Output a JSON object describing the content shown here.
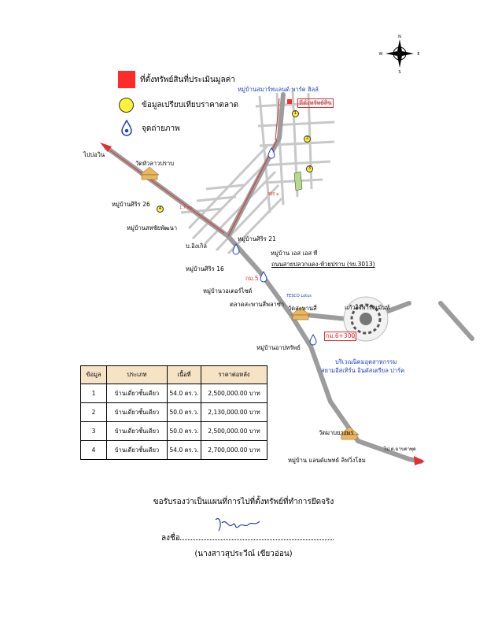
{
  "legend": {
    "property": "ที่ตั้งทรัพย์สินที่ประเมินมูลค่า",
    "comparables": "ข้อมูลเปรียบเทียบราคาตลาด",
    "photo_point": "จุดถ่ายภาพ"
  },
  "compass": {
    "n": "N",
    "s": "S",
    "e": "E",
    "w": "W"
  },
  "map_labels": {
    "village_smart_land": "หมู่บ้านสมาร์ทแลนด์ พาร์ค ฮิลล์",
    "property_location": "ที่ตั้งทรัพย์สิน",
    "to_bo_win": "ไปบ่อวิน",
    "wat_hua_lao": "วัดหัวลาวปราบ",
    "village_sirin_26": "หมู่บ้านศิริร 26",
    "village_sahachai": "หมู่บ้านสหชัยพัฒนา",
    "village_sirin_21": "หมู่บ้านศิริร 21",
    "bo_ngon": "บ.อิงเกิล",
    "village_es": "หมู่บ้าน เอส เอส ที",
    "village_sirin_16": "หมู่บ้านศิริร 16",
    "road_name": "ถนนสายปลวกแดง-ห้วยปราบ (รย.3013)",
    "km_5": "กม.5",
    "village_water": "หมู่บ้านวอเตอร์ไซด์",
    "market": "ตลาดสะพานสี่พลาซ่า",
    "wat_saphan_si": "วัดสะพานสี่",
    "kaew_jai": "แก้วใจพาร์คเม้นท์",
    "km_6": "กม.6+300",
    "village_ap": "หมู่บ้านอาปทรัพย์",
    "industrial_line1": "บริเวณนิคมอุตสาหกรรม",
    "industrial_line2": "สยามอีสเทิร์น อินดัสเตรียล ปาร์ค",
    "wat_mabyang": "วัดมาบยางพร",
    "village_land": "หมู่บ้าน แลนด์แพทธ์ ลิฟวิ่งโฮม",
    "to_map_ta_phut": "ไป ต.มาบตาพุด",
    "dist_17": "1.7 กม.",
    "dist_300": "300 ม.",
    "tesco": "TESCO Lotus"
  },
  "markers": [
    "1",
    "2",
    "3",
    "4"
  ],
  "table": {
    "headers": [
      "ข้อมูล",
      "ประเภท",
      "เนื้อที่",
      "ราคาต่อหลัง"
    ],
    "rows": [
      [
        "1",
        "บ้านเดี่ยวชั้นเดียว",
        "54.0 ตร.ว.",
        "2,500,000.00 บาท"
      ],
      [
        "2",
        "บ้านเดี่ยวชั้นเดียว",
        "50.0 ตร.ว.",
        "2,130,000.00 บาท"
      ],
      [
        "3",
        "บ้านเดี่ยวชั้นเดียว",
        "50.0 ตร.ว.",
        "2,500,000.00 บาท"
      ],
      [
        "4",
        "บ้านเดี่ยวชั้นเดียว",
        "54.0 ตร.ว.",
        "2,700,000.00 บาท"
      ]
    ]
  },
  "certification": "ขอรับรองว่าเป็นแผนที่การไปที่ตั้งทรัพย์ที่ทำการยึดจริง",
  "sign_label": "ลงชื่อ",
  "signer": "(นางสาวสุประวีณ์ เขียวอ่อน)",
  "colors": {
    "property": "#ff2a2a",
    "comparable": "#fff23b",
    "road_main": "#9c9c9c",
    "road_minor": "#c8c8c8",
    "route": "#e03030"
  }
}
